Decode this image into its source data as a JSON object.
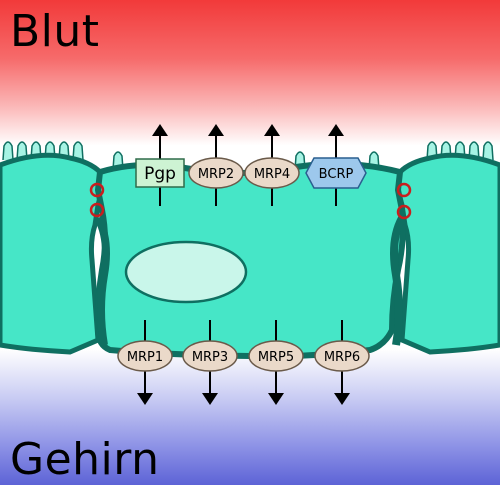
{
  "labels": {
    "blood": "Blut",
    "brain": "Gehirn"
  },
  "transporters": {
    "apical": [
      {
        "name": "Pgp",
        "shape": "rectangle",
        "direction": "to blood"
      },
      {
        "name": "MRP2",
        "shape": "ellipse",
        "direction": "to blood"
      },
      {
        "name": "MRP4",
        "shape": "ellipse",
        "direction": "to blood"
      },
      {
        "name": "BCRP",
        "shape": "hexagon",
        "direction": "to blood"
      }
    ],
    "basal": [
      {
        "name": "MRP1",
        "shape": "ellipse",
        "direction": "to brain"
      },
      {
        "name": "MRP3",
        "shape": "ellipse",
        "direction": "to brain"
      },
      {
        "name": "MRP5",
        "shape": "ellipse",
        "direction": "to brain"
      },
      {
        "name": "MRP6",
        "shape": "ellipse",
        "direction": "to brain"
      }
    ]
  },
  "colors": {
    "blood_gradient_top": "#f23a3a",
    "brain_gradient_bottom": "#5d63d6",
    "cell_fill": "#46e6c7",
    "membrane": "#0f6f61",
    "microvilli": "#a6f3e4",
    "nucleus": "#c9f6ea",
    "pgp_fill": "#cdf3d3",
    "mrp_fill": "#ead9c9",
    "bcrp_fill": "#9dc8ec",
    "tight_junction": "#c81e1e"
  }
}
